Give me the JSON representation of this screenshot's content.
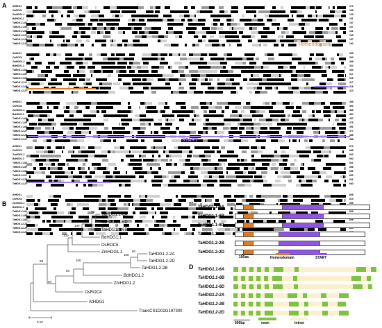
{
  "panels": {
    "a": "A",
    "b": "B",
    "c": "C",
    "d": "D"
  },
  "alignment": {
    "sequences": [
      "AtHDG1",
      "OsROC4",
      "ZmHDG1.2",
      "BdHDG1.2",
      "TaHDG1.1-6A",
      "TaHDG1.1-6B",
      "TaHDG1.1-6D",
      "TaHDG1.2-2A",
      "TaHDG1.2-2B",
      "TaHDG1.2-2D"
    ],
    "blocks": [
      {
        "ends": [
          "170",
          "166",
          "139",
          "151",
          "157",
          "137",
          "141",
          "155",
          "157",
          "162"
        ]
      },
      {
        "ends": [
          "335",
          "333",
          "306",
          "324",
          "330",
          "317",
          "316",
          "317",
          "316",
          "313"
        ]
      },
      {
        "ends": [
          "495",
          "493",
          "466",
          "484",
          "487",
          "475",
          "491",
          "477",
          "486",
          "486"
        ]
      },
      {
        "ends": [
          "673",
          "668",
          "630",
          "662",
          "641",
          "656",
          "661",
          "659",
          "641",
          "660"
        ]
      },
      {
        "ends": [
          "808",
          "813",
          "809",
          "804",
          "806",
          "801",
          "806",
          "807",
          "804",
          "798"
        ]
      }
    ],
    "homeodomain_label": "Homeodomain",
    "start_label": "START",
    "homeodomain_color": "#e07b22",
    "start_color": "#a07cf0"
  },
  "tree": {
    "leaves": [
      "TaHDG1.1-6A",
      "TaHDG1.1-6D",
      "TaHDG1.1-6B",
      "BdHDG1.1",
      "OsROC5",
      "ZmHDG1.1",
      "TaHDG1.2-2A",
      "TaHDG1.2-2D",
      "TaHDG1.2-2B",
      "BdHDG1.2",
      "ZmHDG1.2",
      "OsROC4",
      "AtHDG1",
      "TraesCS1D02G197300"
    ],
    "bootstrap": [
      "70",
      "100",
      "100",
      "100",
      "50",
      "100",
      "100",
      "93",
      "94",
      "99"
    ],
    "scale_label": "0.10"
  },
  "domains": {
    "genes": [
      "TaHDG1.1-6A",
      "TaHDG1.1-6B",
      "TaHDG1.1-6D",
      "TaHDG1.2-2A",
      "TaHDG1.2-2B",
      "TaHDG1.2-2D"
    ],
    "scale_label": "100aa",
    "legend_homeodomain": "Homeodomain",
    "legend_start": "START",
    "homeodomain_color": "#e07b22",
    "start_color": "#8e55e8"
  },
  "structure": {
    "genes": [
      "TaHDG1.1-6A",
      "TaHDG1.1-6B",
      "TaHDG1.1-6D",
      "TaHDG1.2-2A",
      "TaHDG1.2-2B",
      "TaHDG1.2-2D"
    ],
    "scale_label": "600bp",
    "legend_exon": "exon",
    "legend_intron": "intron",
    "exon_color": "#7fc241",
    "intron_color": "#fbf0cc"
  }
}
